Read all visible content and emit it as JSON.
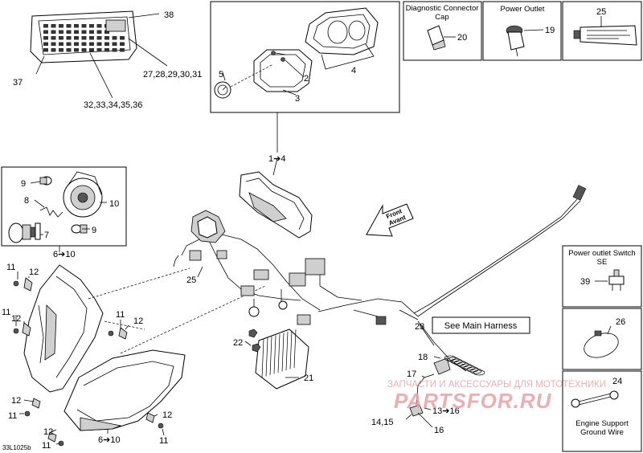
{
  "diagram_code": "33L1025b",
  "callouts": {
    "c38": "38",
    "c37": "37",
    "c27_31": "27,28,29,30,31",
    "c32_36": "32,33,34,35,36",
    "c5": "5",
    "c2": "2",
    "c3": "3",
    "c4": "4",
    "c1to4": "1➔4",
    "c9a": "9",
    "c10": "10",
    "c8": "8",
    "c7": "7",
    "c9b": "9",
    "c6to10a": "6➔10",
    "c11a": "11",
    "c12a": "12",
    "c11b": "11",
    "c12b": "12",
    "c11c": "11",
    "c12c": "12",
    "c11d": "11",
    "c12d": "12",
    "c12e": "12",
    "c11e": "11",
    "c11f": "11",
    "c6to10b": "6➔10",
    "c25b": "25",
    "c22": "22",
    "c21": "21",
    "c23": "23",
    "c18": "18",
    "c17": "17",
    "c13to16": "13➔16",
    "c14_15": "14,15",
    "c16": "16",
    "c20": "20",
    "c19": "19",
    "c25": "25",
    "c39": "39",
    "c26": "26",
    "c24": "24"
  },
  "boxes": {
    "diag_cap": "Diagnostic Connector\nCap",
    "power_outlet": "Power Outlet",
    "power_switch": "Power outlet Switch\nSE",
    "engine_support": "Engine Support\nGround Wire",
    "see_main": "See Main Harness"
  },
  "direction_label": {
    "line1": "Front",
    "line2": "Avant"
  },
  "watermark": {
    "ru_text": "ЗАПЧАСТИ И АКСЕССУАРЫ ДЛЯ МОТОТЕХНИКИ",
    "logo": "PARTSFOR.RU",
    "color": "#e8a0a8"
  }
}
